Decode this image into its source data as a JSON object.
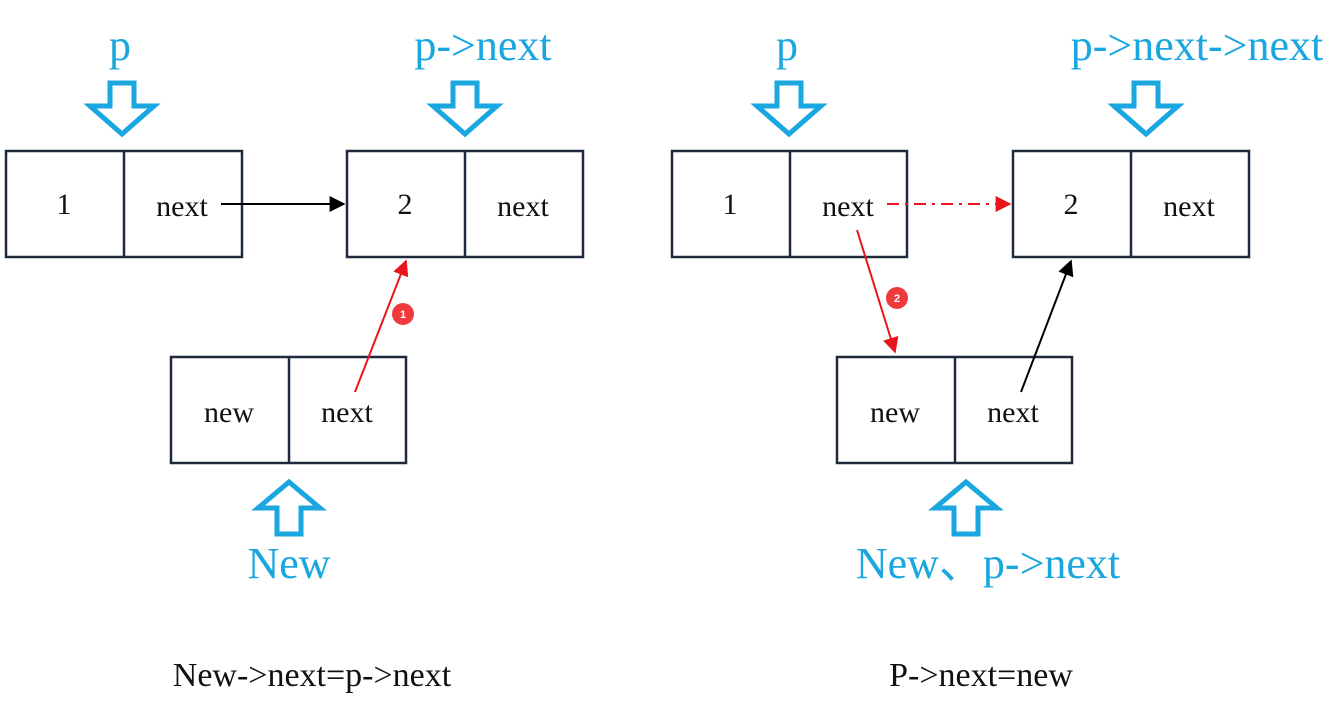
{
  "left_panel": {
    "node_top_left": {
      "value": "1",
      "ptr": "next"
    },
    "node_top_right": {
      "value": "2",
      "ptr": "next"
    },
    "node_new": {
      "value": "new",
      "ptr": "next"
    },
    "label_p": "p",
    "label_p_next": "p->next",
    "label_new": "New",
    "step_badge": "1",
    "caption": "New->next=p->next"
  },
  "right_panel": {
    "node_top_left": {
      "value": "1",
      "ptr": "next"
    },
    "node_top_right": {
      "value": "2",
      "ptr": "next"
    },
    "node_new": {
      "value": "new",
      "ptr": "next"
    },
    "label_p": "p",
    "label_p_next_next": "p->next->next",
    "label_new": "New、p->next",
    "step_badge": "2",
    "caption": "P->next=new"
  },
  "colors": {
    "pointer_label": "#1aa7e0",
    "node_border": "#1f2a3c",
    "step_arrow": "#e8151b",
    "link_arrow": "#000000",
    "badge": "#f0393c"
  }
}
